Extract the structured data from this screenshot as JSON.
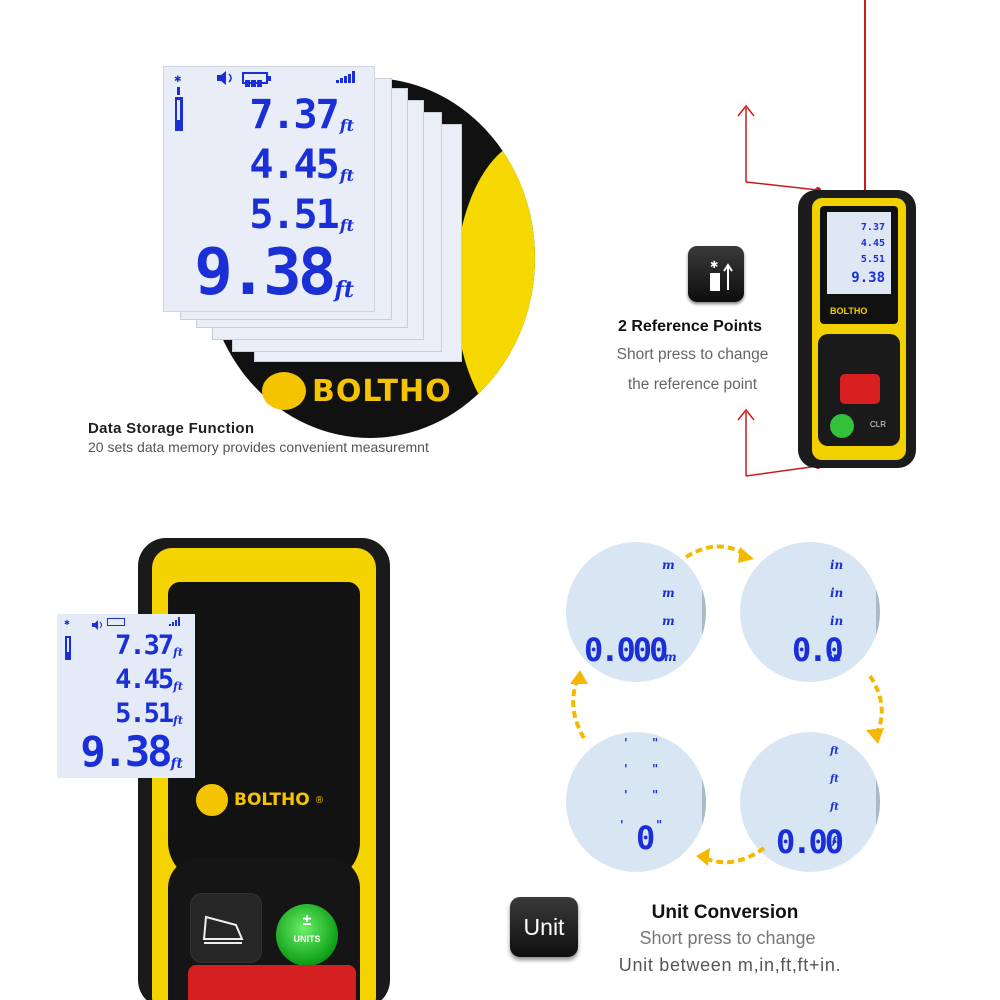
{
  "storage": {
    "title": "Data Storage Function",
    "description": "20 sets data memory provides convenient measuremnt",
    "readings": [
      {
        "value": "7.37",
        "unit": "ft"
      },
      {
        "value": "4.45",
        "unit": "ft"
      },
      {
        "value": "5.51",
        "unit": "ft"
      },
      {
        "value": "9.38",
        "unit": "ft"
      }
    ],
    "brand": "BOLTHO"
  },
  "reference": {
    "title": "2 Reference Points",
    "line1": "Short press to change",
    "line2": "the reference point",
    "icon": "reference-point-icon",
    "laser_color": "#cc1a1a"
  },
  "device_small": {
    "readings": [
      "7.37",
      "4.45",
      "5.51",
      "9.38"
    ],
    "brand": "BOLTHO",
    "clr_label": "CLR"
  },
  "device_big": {
    "readings": [
      {
        "value": "7.37",
        "unit": "ft"
      },
      {
        "value": "4.45",
        "unit": "ft"
      },
      {
        "value": "5.51",
        "unit": "ft"
      },
      {
        "value": "9.38",
        "unit": "ft"
      }
    ],
    "brand": "BOLTHO",
    "reg_mark": "®",
    "units_key_symbol": "±",
    "units_key_label": "UNITS",
    "body_color": "#f5d300"
  },
  "unit_conversion": {
    "title": "Unit Conversion",
    "line1": "Short press to change",
    "line2": "Unit between m,in,ft,ft+in.",
    "key_label": "Unit",
    "displays": [
      {
        "unit": "m",
        "value": "0.000"
      },
      {
        "unit": "in",
        "value": "0.0"
      },
      {
        "unit": "ft",
        "value": "0.00"
      },
      {
        "unit": "ft+in",
        "value": "0"
      }
    ],
    "arrow_color": "#f5b800"
  }
}
